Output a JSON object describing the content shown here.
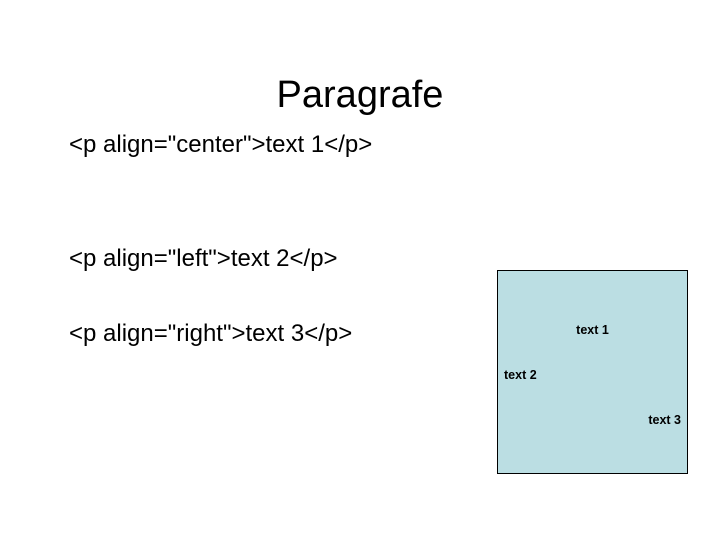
{
  "slide": {
    "title": "Paragrafe",
    "background_color": "#ffffff",
    "text_color": "#000000"
  },
  "code_listing": {
    "lines": [
      {
        "text": "<p align=\"center\">text 1</p>"
      },
      {
        "text": "<p align=\"left\">text 2</p>"
      },
      {
        "text": "<p align=\"right\">text 3</p>"
      }
    ]
  },
  "preview": {
    "fill_color": "#bbdee3",
    "border_color": "#000000",
    "lines": [
      {
        "text": "text 1",
        "align": "center"
      },
      {
        "text": "text 2",
        "align": "left"
      },
      {
        "text": "text 3",
        "align": "right"
      }
    ]
  }
}
